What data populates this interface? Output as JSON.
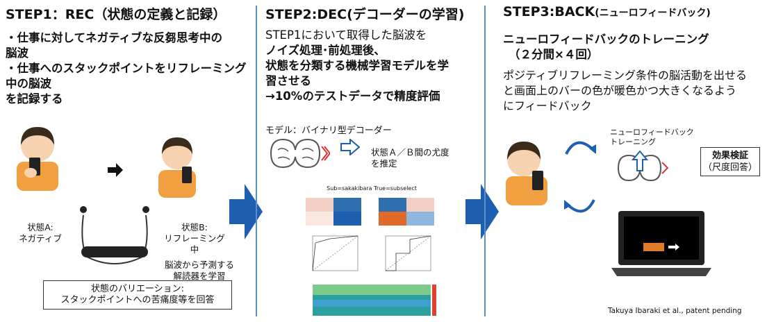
{
  "step1": {
    "title": "STEP1：REC",
    "subtitle": "（状態の定義と記録）",
    "bullets": [
      "・仕事に対してネガティブな反芻思考中の",
      "脳波",
      "・仕事へのスタックポイントをリフレーミング",
      "中の脳波",
      "を記録する"
    ],
    "state_a_line1": "状態A:",
    "state_a_line2": "ネガティブ",
    "state_b_line1": "状態B:",
    "state_b_line2": "リフレーミング中",
    "predict_line1": "脳波から予測する",
    "predict_line2": "解読器を学習",
    "variation_line1": "状態のバリエーション:",
    "variation_line2": "スタックポイントへの苦痛度等を回答"
  },
  "step2": {
    "title": "STEP2:DEC",
    "subtitle": "(デコーダーの学習)",
    "lines": [
      "STEP1において取得した脳波を",
      "ノイズ処理･前処理後、",
      "状態を分類する機械学習モデルを学",
      "習させる",
      "→10%のテストデータで精度評価"
    ],
    "model_label": "モデル：バイナリ型デコーダー",
    "estimate_line1": "状態Ａ／Ｂ間の尤度",
    "estimate_line2": "を推定",
    "fig_title": "Sub=sakakibara   True=subselect"
  },
  "step3": {
    "title": "STEP3:BACK",
    "subtitle": "(ニューロフィードバック)",
    "heading1": "ニューロフィードバックのトレーニング",
    "heading2": "（２分間×４回）",
    "lines": [
      "ポジティブリフレーミング条件の脳活動を出せる",
      "と画面上のバーの色が暖色かつ大きくなるよう",
      "にフィードバック"
    ],
    "nf_line1": "ニューロフィードバック",
    "nf_line2": "トレーニング",
    "effect_line1": "効果検証",
    "effect_line2": "（尺度回答）",
    "credit": "Takuya Ibaraki et al., patent pending"
  },
  "colors": {
    "arrow": "#1f5fb0",
    "divider": "#5b8fc7",
    "bar": "#e07b2a",
    "hair": "#3a2a1a",
    "shirt": "#f0a040"
  },
  "icons": [
    "person-phone-icon",
    "earphones-icon",
    "brain-icon",
    "laptop-icon",
    "cycle-arrow-icon",
    "arrow-right-icon"
  ]
}
